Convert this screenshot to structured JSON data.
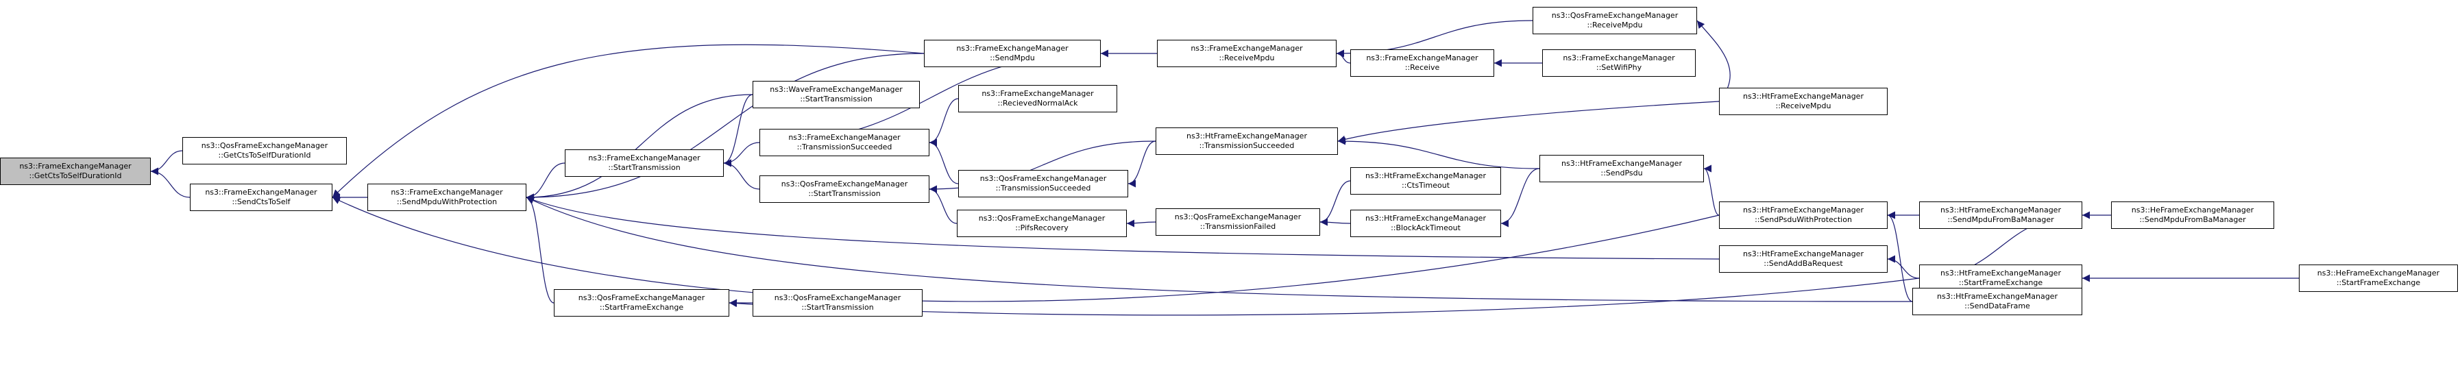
{
  "colors": {
    "edge": "#191970",
    "node_border": "#000000",
    "focus_fill": "#bfbfbf",
    "node_fill": "#ffffff"
  },
  "nodes": [
    {
      "id": "n1",
      "l1": "ns3::FrameExchangeManager",
      "l2": "::GetCtsToSelfDurationId"
    },
    {
      "id": "n2",
      "l1": "ns3::QosFrameExchangeManager",
      "l2": "::GetCtsToSelfDurationId"
    },
    {
      "id": "n3",
      "l1": "ns3::FrameExchangeManager",
      "l2": "::SendCtsToSelf"
    },
    {
      "id": "n4",
      "l1": "ns3::FrameExchangeManager",
      "l2": "::SendMpduWithProtection"
    },
    {
      "id": "n5",
      "l1": "ns3::FrameExchangeManager",
      "l2": "::SendMpdu"
    },
    {
      "id": "n6",
      "l1": "ns3::FrameExchangeManager",
      "l2": "::ReceiveMpdu"
    },
    {
      "id": "n7",
      "l1": "ns3::QosFrameExchangeManager",
      "l2": "::ReceiveMpdu"
    },
    {
      "id": "n8",
      "l1": "ns3::FrameExchangeManager",
      "l2": "::Receive"
    },
    {
      "id": "n9",
      "l1": "ns3::FrameExchangeManager",
      "l2": "::SetWifiPhy"
    },
    {
      "id": "n10",
      "l1": "ns3::HtFrameExchangeManager",
      "l2": "::ReceiveMpdu"
    },
    {
      "id": "n11",
      "l1": "ns3::WaveFrameExchangeManager",
      "l2": "::StartTransmission"
    },
    {
      "id": "n12",
      "l1": "ns3::FrameExchangeManager",
      "l2": "::RecievedNormalAck"
    },
    {
      "id": "n13",
      "l1": "ns3::FrameExchangeManager",
      "l2": "::StartTransmission"
    },
    {
      "id": "n14",
      "l1": "ns3::FrameExchangeManager",
      "l2": "::TransmissionSucceeded"
    },
    {
      "id": "n15",
      "l1": "ns3::QosFrameExchangeManager",
      "l2": "::TransmissionSucceeded"
    },
    {
      "id": "n16",
      "l1": "ns3::HtFrameExchangeManager",
      "l2": "::TransmissionSucceeded"
    },
    {
      "id": "n17",
      "l1": "ns3::HtFrameExchangeManager",
      "l2": "::SendPsdu"
    },
    {
      "id": "n18",
      "l1": "ns3::QosFrameExchangeManager",
      "l2": "::StartTransmission"
    },
    {
      "id": "n19",
      "l1": "ns3::HtFrameExchangeManager",
      "l2": "::CtsTimeout"
    },
    {
      "id": "n20",
      "l1": "ns3::QosFrameExchangeManager",
      "l2": "::PifsRecovery"
    },
    {
      "id": "n21",
      "l1": "ns3::QosFrameExchangeManager",
      "l2": "::TransmissionFailed"
    },
    {
      "id": "n22",
      "l1": "ns3::HtFrameExchangeManager",
      "l2": "::BlockAckTimeout"
    },
    {
      "id": "n23",
      "l1": "ns3::HtFrameExchangeManager",
      "l2": "::SendPsduWithProtection"
    },
    {
      "id": "n24",
      "l1": "ns3::HtFrameExchangeManager",
      "l2": "::SendMpduFromBaManager"
    },
    {
      "id": "n25",
      "l1": "ns3::HeFrameExchangeManager",
      "l2": "::SendMpduFromBaManager"
    },
    {
      "id": "n26",
      "l1": "ns3::HtFrameExchangeManager",
      "l2": "::SendAddBaRequest"
    },
    {
      "id": "n27",
      "l1": "ns3::HtFrameExchangeManager",
      "l2": "::StartFrameExchange"
    },
    {
      "id": "n28",
      "l1": "ns3::HeFrameExchangeManager",
      "l2": "::StartFrameExchange"
    },
    {
      "id": "n29",
      "l1": "ns3::QosFrameExchangeManager",
      "l2": "::StartFrameExchange"
    },
    {
      "id": "n30",
      "l1": "ns3::QosFrameExchangeManager",
      "l2": "::StartTransmission"
    },
    {
      "id": "n31",
      "l1": "ns3::HtFrameExchangeManager",
      "l2": "::SendDataFrame"
    }
  ],
  "edges": [
    {
      "from": "n2",
      "to": "n1"
    },
    {
      "from": "n3",
      "to": "n1"
    },
    {
      "from": "n4",
      "to": "n3"
    },
    {
      "from": "n5",
      "to": "n3"
    },
    {
      "from": "n23",
      "to": "n3"
    },
    {
      "from": "n5",
      "to": "n4"
    },
    {
      "from": "n11",
      "to": "n4"
    },
    {
      "from": "n13",
      "to": "n4"
    },
    {
      "from": "n29",
      "to": "n4"
    },
    {
      "from": "n26",
      "to": "n4"
    },
    {
      "from": "n31",
      "to": "n4"
    },
    {
      "from": "n6",
      "to": "n5"
    },
    {
      "from": "n14",
      "to": "n5"
    },
    {
      "from": "n7",
      "to": "n6"
    },
    {
      "from": "n8",
      "to": "n6"
    },
    {
      "from": "n10",
      "to": "n7"
    },
    {
      "from": "n9",
      "to": "n8"
    },
    {
      "from": "n11",
      "to": "n13"
    },
    {
      "from": "n14",
      "to": "n13"
    },
    {
      "from": "n18",
      "to": "n13"
    },
    {
      "from": "n12",
      "to": "n14"
    },
    {
      "from": "n15",
      "to": "n14"
    },
    {
      "from": "n16",
      "to": "n15"
    },
    {
      "from": "n10",
      "to": "n16"
    },
    {
      "from": "n17",
      "to": "n16"
    },
    {
      "from": "n23",
      "to": "n17"
    },
    {
      "from": "n16",
      "to": "n18"
    },
    {
      "from": "n20",
      "to": "n18"
    },
    {
      "from": "n21",
      "to": "n20"
    },
    {
      "from": "n19",
      "to": "n21"
    },
    {
      "from": "n22",
      "to": "n21"
    },
    {
      "from": "n17",
      "to": "n22"
    },
    {
      "from": "n24",
      "to": "n23"
    },
    {
      "from": "n31",
      "to": "n23"
    },
    {
      "from": "n25",
      "to": "n24"
    },
    {
      "from": "n27",
      "to": "n24"
    },
    {
      "from": "n27",
      "to": "n26"
    },
    {
      "from": "n28",
      "to": "n27"
    },
    {
      "from": "n30",
      "to": "n29"
    },
    {
      "from": "n27",
      "to": "n29"
    },
    {
      "from": "n27",
      "to": "n31"
    }
  ]
}
